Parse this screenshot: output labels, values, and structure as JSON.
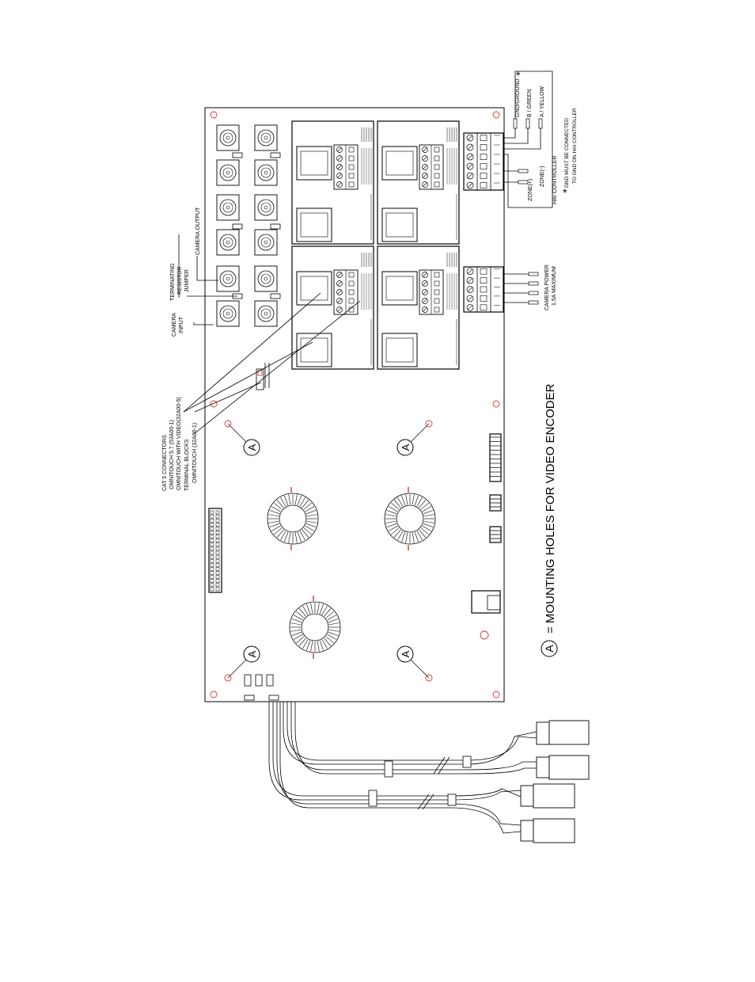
{
  "labels": {
    "gnd": "GND/GROUND",
    "b_green": "B / GREEN",
    "a_yellow": "A / YELLOW",
    "hai_controller": "HAI CONTROLLER",
    "zone_minus": "ZONE(-)",
    "zone_plus": "ZONE(+)",
    "gnd_note_1": "GND MUST BE CONNECTED",
    "gnd_note_2": "TO GND ON HAI CONTROLLER",
    "camera_power_1": "CAMERA POWER",
    "camera_power_2": "1.5A MAXIMUM",
    "camera_output": "CAMERA OUTPUT",
    "terminating_1": "TERMINATING",
    "terminating_2": "RESISTOR",
    "terminating_3": "JUMPER",
    "camera_input_1": "CAMERA",
    "camera_input_2": "INPUT",
    "cat5_1": "CAT 5 CONNECTORS",
    "cat5_2": "OMNITOUCH 5.7 (53A00-1)",
    "cat5_3": "OMNITOUCH WITH VIDEO(32A00-5)",
    "cat5_4": "TERMINAL BLOCKS",
    "cat5_5": "OMNITOUCH (32A00-1)",
    "mount_letter": "A",
    "mount_legend": "= MOUNTING HOLES FOR VIDEO ENCODER",
    "asterisk": "*"
  },
  "symbols": {
    "mount_marker_letter": "A"
  }
}
